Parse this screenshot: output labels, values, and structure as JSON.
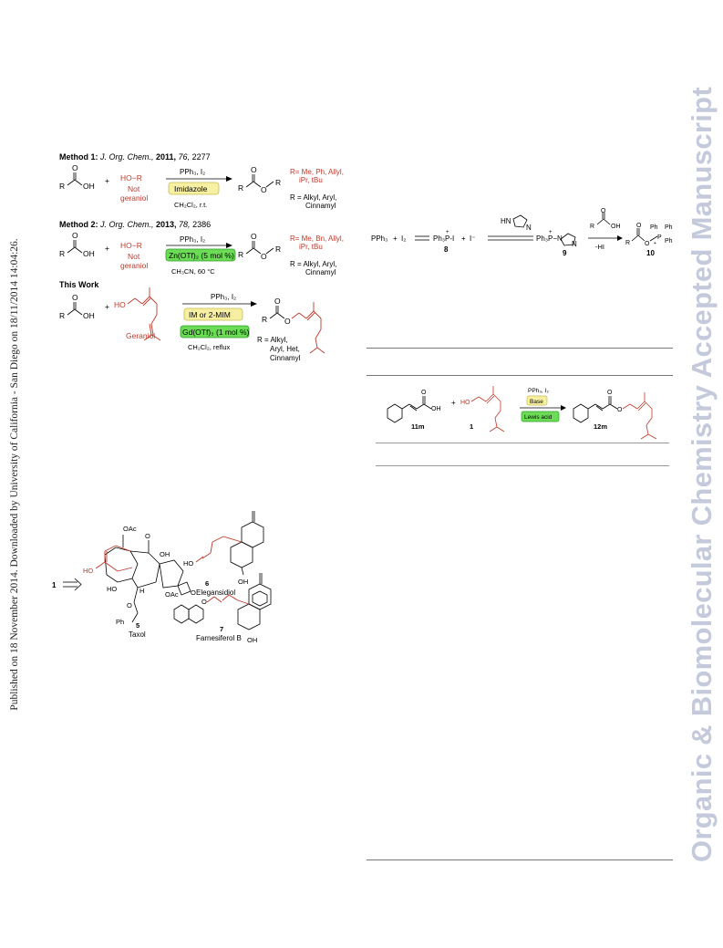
{
  "sidebar": {
    "text": "Published on 18 November 2014. Downloaded by University of California - San Diego on 18/11/2014 14:04:26."
  },
  "watermark": {
    "text": "Organic & Biomolecular Chemistry Accepted Manuscript"
  },
  "scheme1": {
    "method1": {
      "label": "Method 1: ",
      "journal": "J. Org. Chem.,",
      "year": " 2011,",
      "vol": " 76,",
      "page": " 2277"
    },
    "method2": {
      "label": "Method 2: ",
      "journal": "J. Org. Chem.,",
      "year": " 2013,",
      "vol": " 78,",
      "page": " 2386"
    },
    "this_work": "This Work",
    "r": "R",
    "oh": "OH",
    "o": "O",
    "plus": "+",
    "ho_r": "HO−R",
    "not": "Not",
    "geraniol": "geraniol",
    "Geraniol": "Geraniol",
    "reagent_top": "PPh₃, I₂",
    "m1_box": "Imidazole",
    "m1_cond": "CH₂Cl₂, r.t.",
    "m1_r_red": "R= Me, Ph, Allyl,",
    "m1_r_red2": "iPr, tBu",
    "m1_r_black": "R = Alkyl, Aryl,",
    "m1_r_black2": "Cinnamyl",
    "m2_box": "Zn(OTf)₂ (5 mol %)",
    "m2_cond": "CH₃CN, 60 °C",
    "m2_r_red": "R= Me, Bn, Allyl,",
    "m2_r_red2": "iPr, tBu",
    "m2_r_black": "R = Alkyl, Aryl,",
    "m2_r_black2": "Cinnamyl",
    "tw_box1": "IM or 2-MIM",
    "tw_box2": "Gd(OTf)₃ (1 mol %)",
    "tw_cond": "CH₂Cl₂, reflux",
    "tw_r1": "R = Alkyl,",
    "tw_r2": "Aryl, Het,",
    "tw_r3": "Cinnamyl"
  },
  "scheme2": {
    "pph3": "PPh₃",
    "plus": "+",
    "i2": "I₂",
    "ph3pi": "Ph₃P-I",
    "iminus": "I⁻",
    "n8": "8",
    "n9": "9",
    "n10": "10",
    "hn": "HN",
    "n": "N",
    "ph3pn": "Ph₃P−N",
    "oh": "OH",
    "r": "R",
    "o": "O",
    "minus_hi": "-HI",
    "ph": "Ph",
    "p": "P",
    "plus_sign": "+"
  },
  "table_scheme": {
    "c11m": "11m",
    "c1": "1",
    "c12m": "12m",
    "oh": "OH",
    "ho": "HO",
    "o": "O",
    "plus": "+",
    "reagent": "PPh₃, I₂",
    "base": "Base",
    "lewis": "Lewis acid"
  },
  "natural_products": {
    "one": "1",
    "oac1": "OAc",
    "oac2": "OAc",
    "ho1": "HO",
    "ho2": "HO",
    "ho3": "HO",
    "oh1": "OH",
    "oh2": "OH",
    "oh3": "OH",
    "h": "H",
    "ph": "Ph",
    "o": "O",
    "n5": "5",
    "taxol": "Taxol",
    "n6": "6",
    "elegansidiol": "Elegansidiol",
    "n7": "7",
    "farnesiferol": "Farnesiferol B"
  }
}
